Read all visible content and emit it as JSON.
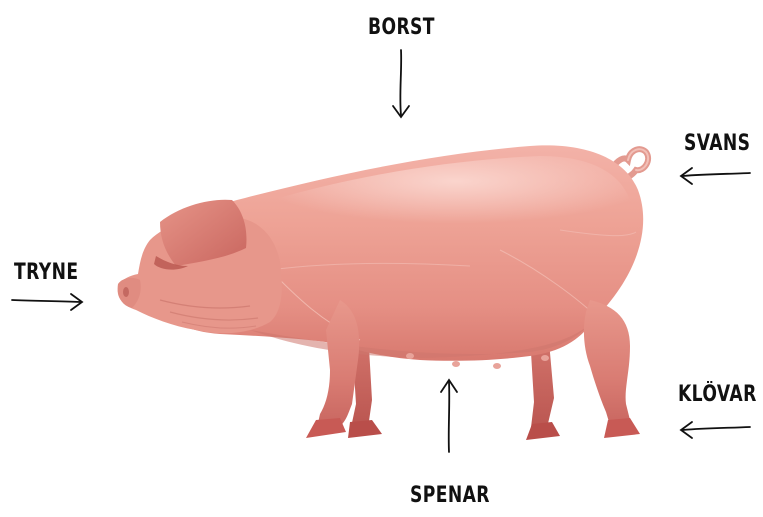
{
  "labels": {
    "borst": "BORST",
    "svans": "SVANS",
    "tryne": "TRYNE",
    "klovar": "KLÖVAR",
    "spenar": "SPENAR"
  },
  "colors": {
    "body": "#e8988c",
    "body_light": "#f6c6bd",
    "body_shadow": "#c9716a",
    "hoof": "#c85a55",
    "ink": "#111111"
  }
}
